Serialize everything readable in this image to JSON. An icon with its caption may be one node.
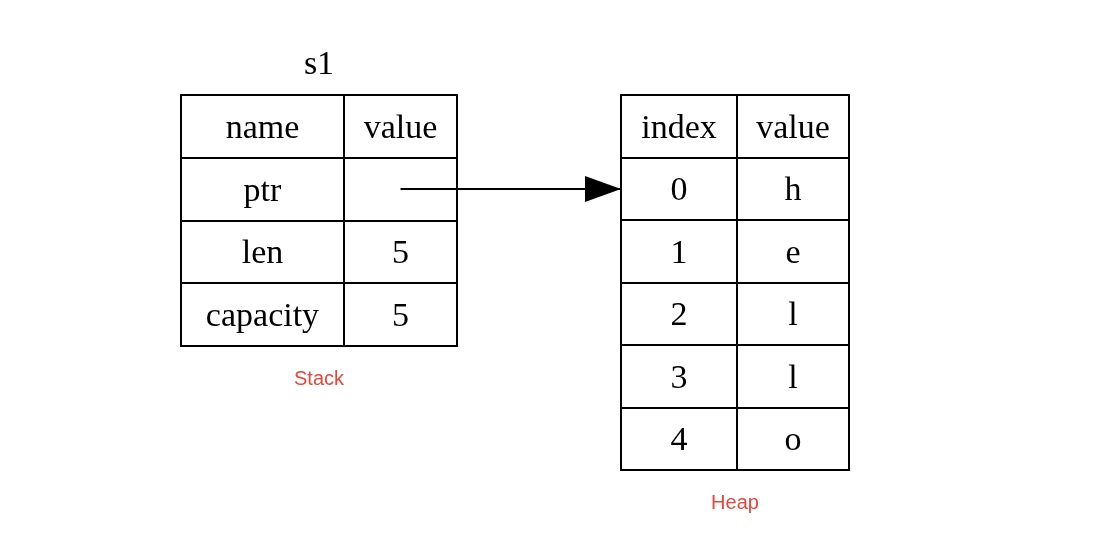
{
  "diagram": {
    "nodes": [
      {
        "text": [
          "s1"
        ],
        "beside": [
          "Stack"
        ]
      },
      {
        "text": [
          "name"
        ],
        "in": 0
      },
      {
        "text": [
          "value"
        ],
        "in": 0
      },
      {
        "text": [
          "ptr"
        ],
        "in": 0
      },
      {
        "text": [],
        "shape": "box",
        "in": 0
      },
      {
        "text": [
          "len"
        ],
        "in": 0
      },
      {
        "text": [
          "5"
        ],
        "in": 0
      },
      {
        "text": [
          "capacity"
        ],
        "in": 0
      },
      {
        "text": [
          "5"
        ],
        "in": 0
      },
      {
        "text": [],
        "shape": "box",
        "beside": [
          "Heap"
        ]
      },
      {
        "text": [
          "index"
        ],
        "in": 9
      },
      {
        "text": [
          "value"
        ],
        "in": 9
      },
      {
        "text": [
          "0"
        ],
        "in": 9
      },
      {
        "text": [
          "h"
        ],
        "in": 9
      },
      {
        "text": [
          "1"
        ],
        "in": 9
      },
      {
        "text": [
          "e"
        ],
        "in": 9
      },
      {
        "text": [
          "2"
        ],
        "in": 9
      },
      {
        "text": [
          "l"
        ],
        "in": 9
      },
      {
        "text": [
          "3"
        ],
        "in": 9
      },
      {
        "text": [
          "l"
        ],
        "in": 9
      },
      {
        "text": [
          "4"
        ],
        "in": 9
      },
      {
        "text": [
          "o"
        ],
        "in": 9
      }
    ],
    "edges": [
      {
        "from": 4,
        "to": 12,
        "arrow": "to"
      }
    ]
  }
}
